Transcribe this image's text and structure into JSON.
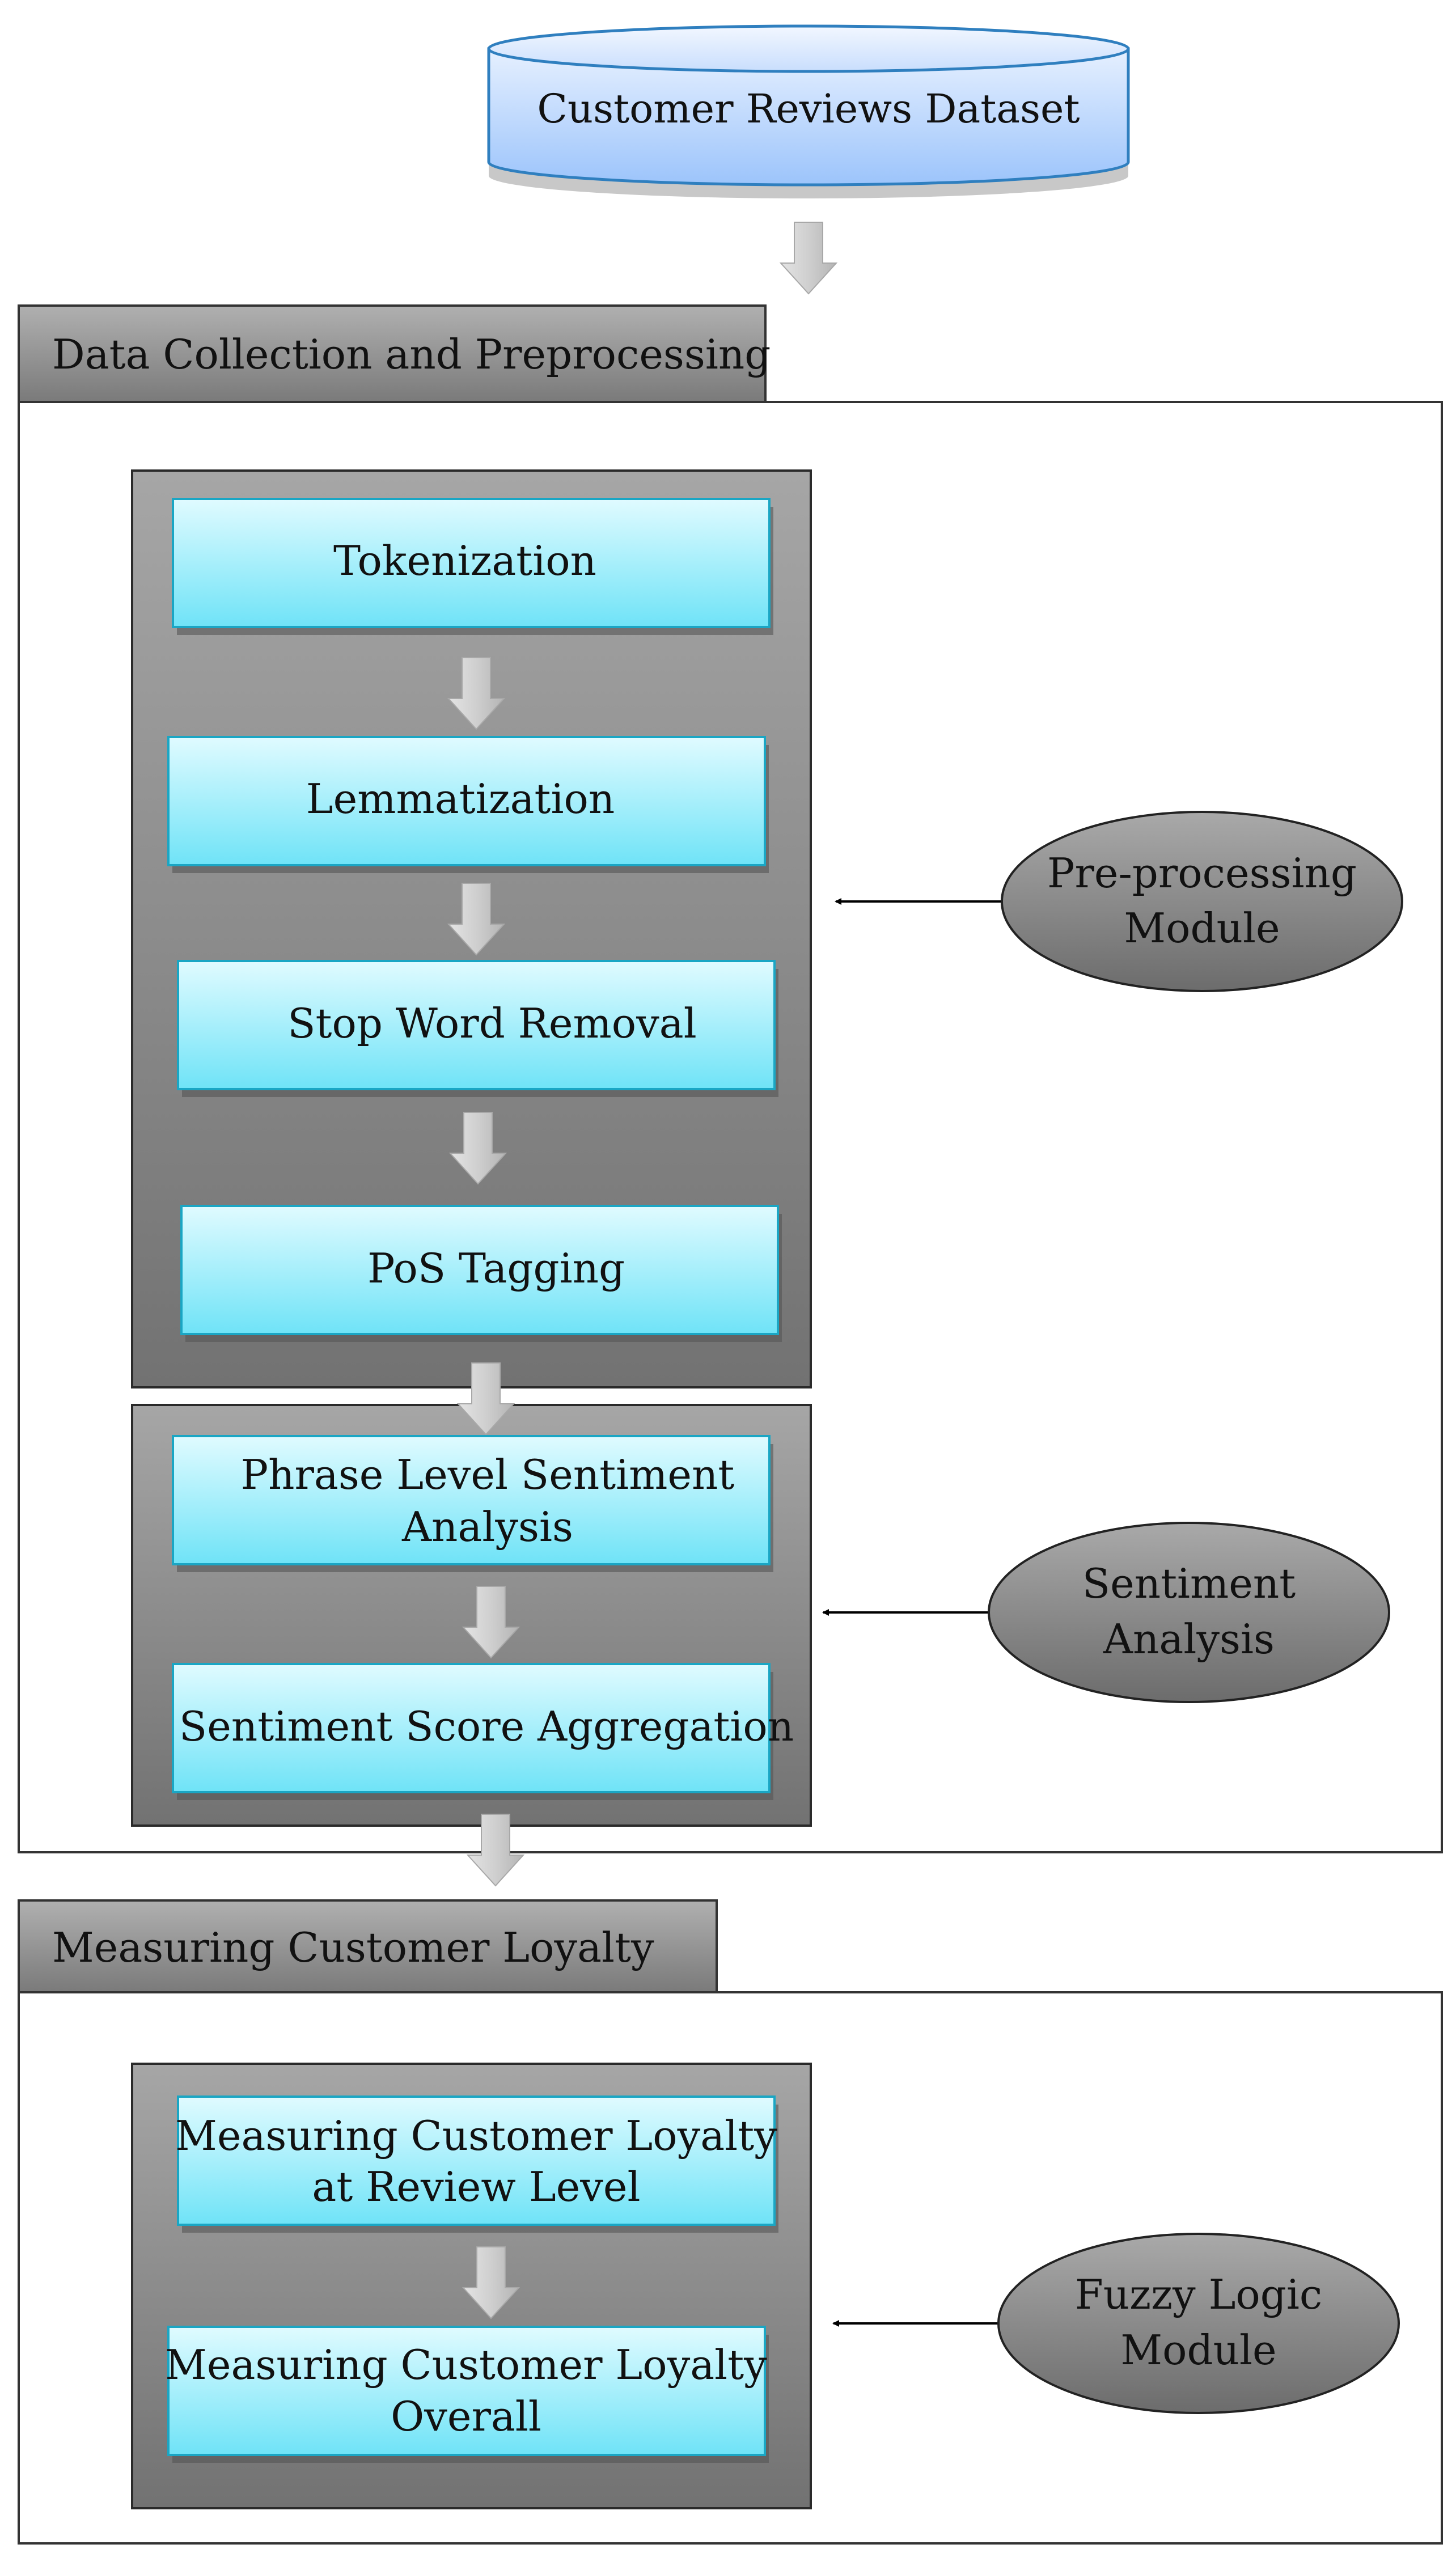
{
  "dataset": {
    "label": "Customer Reviews Dataset"
  },
  "sections": {
    "preprocessing": {
      "title": "Data Collection and Preprocessing"
    },
    "loyalty": {
      "title": "Measuring Customer Loyalty"
    }
  },
  "steps": {
    "tokenization": "Tokenization",
    "lemmatization": "Lemmatization",
    "stop_word_removal": "Stop Word Removal",
    "pos_tagging": "PoS Tagging",
    "phrase_sentiment_line1": "Phrase Level Sentiment",
    "phrase_sentiment_line2": "Analysis",
    "score_aggregation": "Sentiment Score Aggregation",
    "review_level_line1": "Measuring Customer Loyalty",
    "review_level_line2": "at Review Level",
    "overall_line1": "Measuring Customer Loyalty",
    "overall_line2": "Overall"
  },
  "modules": {
    "preprocessing_line1": "Pre-processing",
    "preprocessing_line2": "Module",
    "sentiment_line1": "Sentiment",
    "sentiment_line2": "Analysis",
    "fuzzy_line1": "Fuzzy Logic",
    "fuzzy_line2": "Module"
  }
}
